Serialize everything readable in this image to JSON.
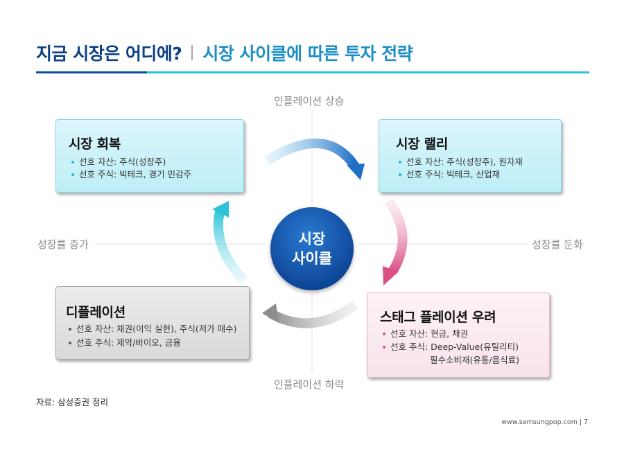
{
  "header": {
    "title_main": "지금 시장은 어디에?",
    "title_sub": "시장 사이클에 따른 투자 전략"
  },
  "axes": {
    "top": "인플레이션 상승",
    "bottom": "인플레이션 하락",
    "left": "성장률 증가",
    "right": "성장률 둔화"
  },
  "center": {
    "line1": "시장",
    "line2": "사이클"
  },
  "quadrants": {
    "recovery": {
      "title": "시장 회복",
      "items": [
        "선호 자산: 주식(성장주)",
        "선호 주식: 빅테크, 경기 민감주"
      ]
    },
    "rally": {
      "title": "시장 랠리",
      "items": [
        "선호 자산: 주식(성장주), 원자재",
        "선호 주식: 빅테크, 산업재"
      ]
    },
    "deflation": {
      "title": "디플레이션",
      "items": [
        "선호 자산: 채권(이익 실현), 주식(저가 매수)",
        "선호 주식: 제약/바이오, 금융"
      ]
    },
    "stagflation": {
      "title": "스태그 플레이션 우려",
      "items": [
        "선호 자산: 현금, 채권",
        "선호 주식: Deep-Value(유틸리티)",
        "필수소비재(유통/음식료)"
      ]
    }
  },
  "source": "자료: 삼성증권 정리",
  "footer": {
    "url": "www.samsungpop.com",
    "page": "7"
  },
  "colors": {
    "title_dark": "#0b3f86",
    "title_light": "#1d8ec4",
    "arrow_blue": "#1f6fc5",
    "arrow_pink": "#d94f86",
    "arrow_gray": "#8d8d8d",
    "arrow_cyan": "#2cc4d6",
    "circle": "#0c4a9e"
  }
}
